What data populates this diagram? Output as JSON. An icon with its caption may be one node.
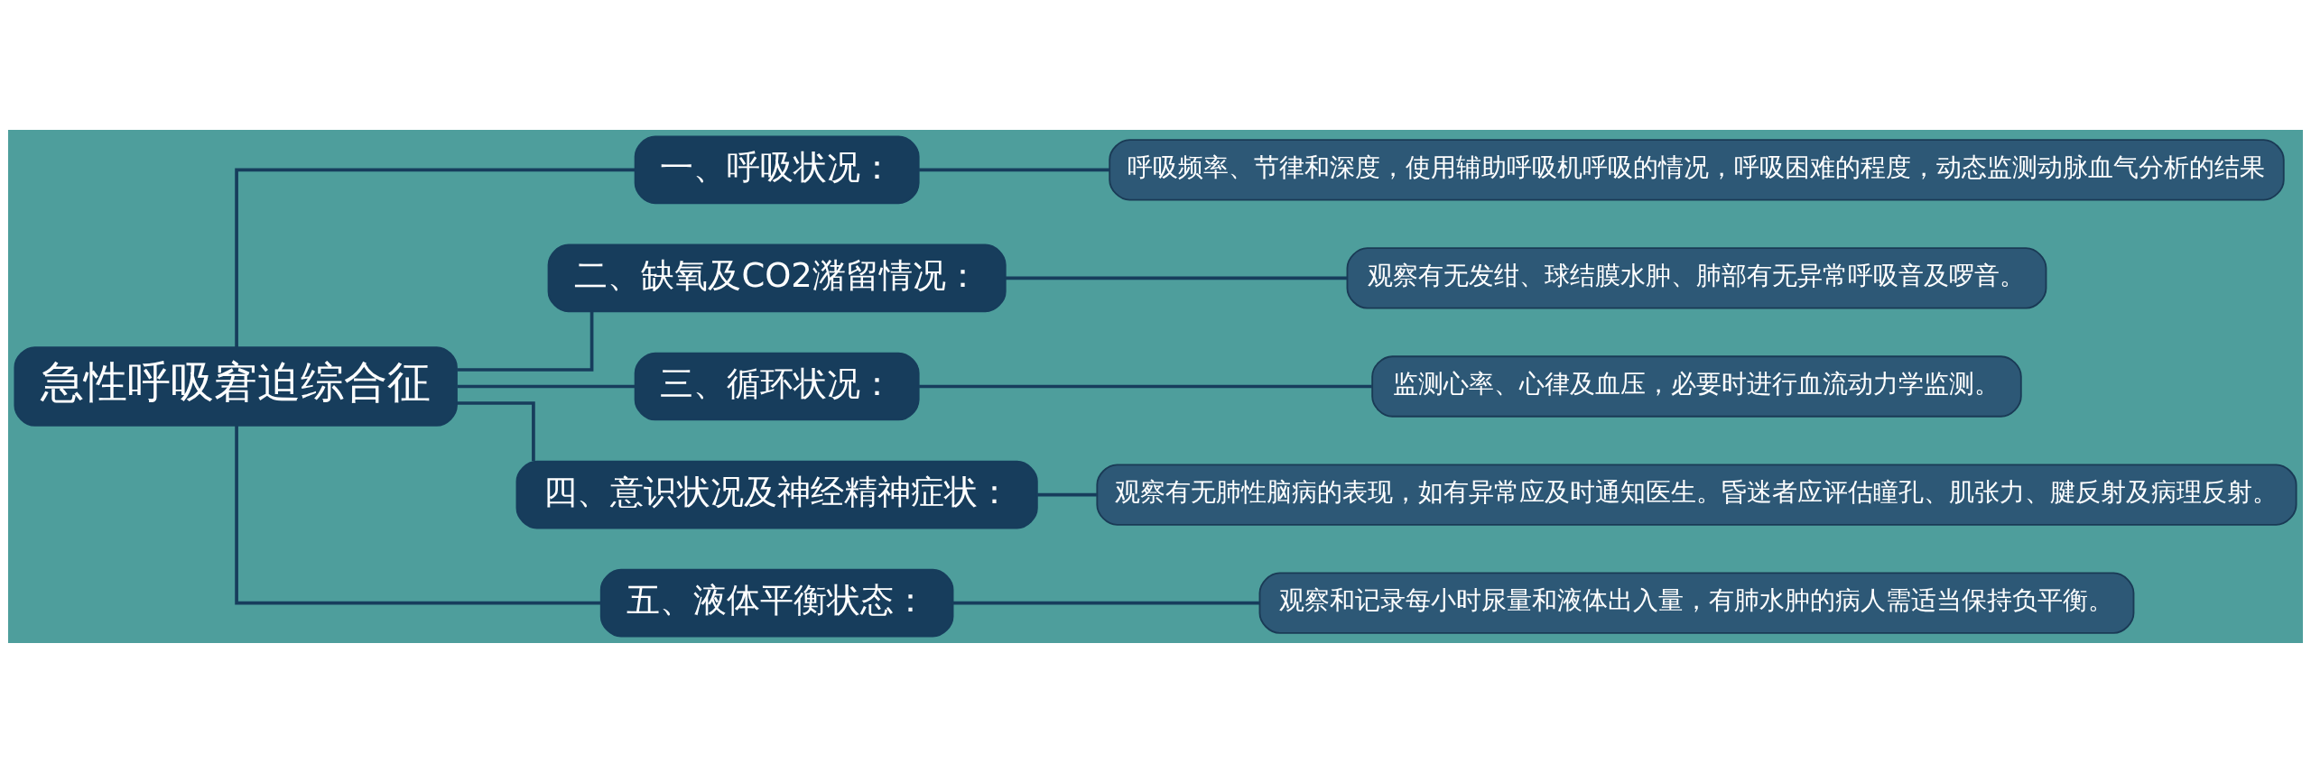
{
  "diagram": {
    "nodes": [
      {
        "text": [
          "急性呼吸窘迫综合征"
        ]
      },
      {
        "text": [
          "一、呼吸状况："
        ]
      },
      {
        "text": [
          "二、缺氧及CO2潴留情况："
        ]
      },
      {
        "text": [
          "三、循环状况："
        ]
      },
      {
        "text": [
          "四、意识状况及神经精神症状："
        ]
      },
      {
        "text": [
          "五、液体平衡状态："
        ]
      },
      {
        "text": [
          "呼吸频率、节律和深度，使用辅助呼吸机呼吸的情况，呼吸困难的程度，动态监测动脉血气分析的结果"
        ]
      },
      {
        "text": [
          "观察有无发绀、球结膜水肿、肺部有无异常呼吸音及啰音。"
        ]
      },
      {
        "text": [
          "监测心率、心律及血压，必要时进行血流动力学监测。"
        ]
      },
      {
        "text": [
          "观察有无肺性脑病的表现，如有异常应及时通知医生。昏迷者应评估瞳孔、肌张力、腱反射及病理反射。"
        ]
      },
      {
        "text": [
          "观察和记录每小时尿量和液体出入量，有肺水肿的病人需适当保持负平衡。"
        ]
      }
    ],
    "edges": [
      {
        "from": 0,
        "to": 1,
        "arrow": "none"
      },
      {
        "from": 0,
        "to": 2,
        "arrow": "none"
      },
      {
        "from": 0,
        "to": 3,
        "arrow": "none"
      },
      {
        "from": 0,
        "to": 4,
        "arrow": "none"
      },
      {
        "from": 0,
        "to": 5,
        "arrow": "none"
      },
      {
        "from": 1,
        "to": 6,
        "arrow": "none"
      },
      {
        "from": 2,
        "to": 7,
        "arrow": "none"
      },
      {
        "from": 3,
        "to": 8,
        "arrow": "none"
      },
      {
        "from": 4,
        "to": 9,
        "arrow": "none"
      },
      {
        "from": 5,
        "to": 10,
        "arrow": "none"
      }
    ]
  }
}
